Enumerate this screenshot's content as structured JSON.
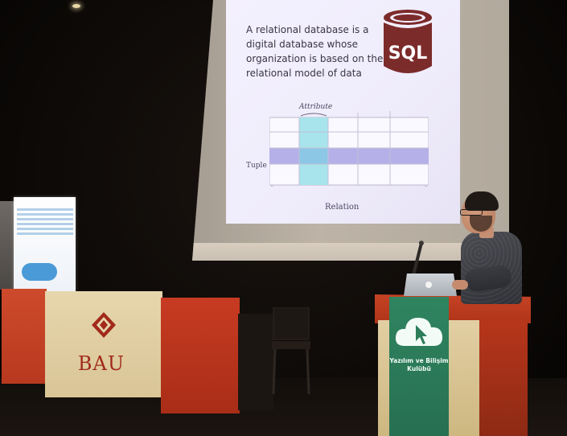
{
  "slide": {
    "text_lines": [
      "A relational database is a",
      "digital database whose",
      "organization is based on the",
      "relational model of data"
    ],
    "logo_text": "SQL",
    "diagram": {
      "attribute_label": "Attribute",
      "tuple_label": "Tuple",
      "relation_label": "Relation"
    }
  },
  "desk": {
    "logo_text": "BAU"
  },
  "podium_banner": {
    "lines": [
      "Yazılım ve Bilişim",
      "Kulübü"
    ]
  },
  "colors": {
    "desk_red": "#c3391f",
    "desk_cream": "#e2cfa3",
    "banner_green": "#2c7d59",
    "slide_highlight_row": "#b5b0e8",
    "slide_highlight_col": "#9fe0e8",
    "sql_logo": "#7c2b2b"
  }
}
